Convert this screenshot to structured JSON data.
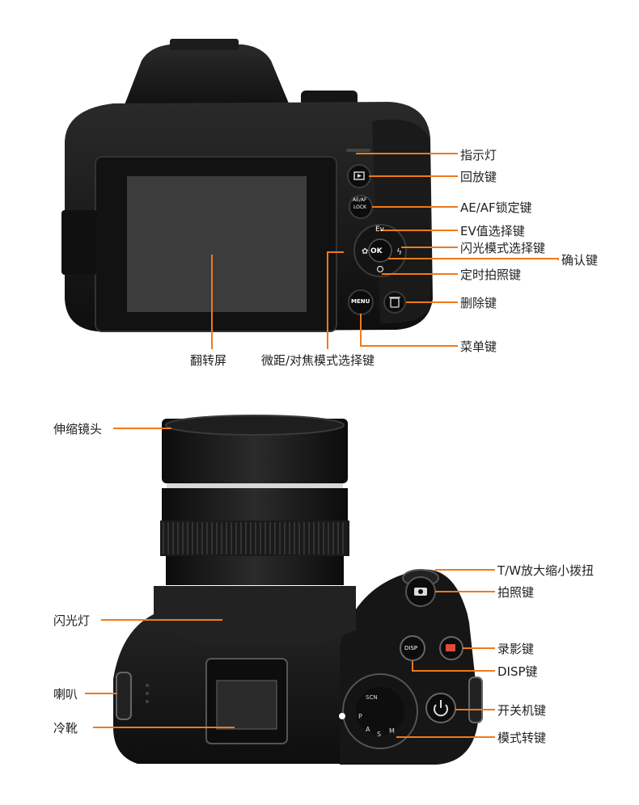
{
  "accent": "#f07a1a",
  "back_view": {
    "labels": {
      "indicator": "指示灯",
      "playback": "回放键",
      "ae_af_lock": "AE/AF锁定键",
      "ev_select": "EV值选择键",
      "flash_mode": "闪光模式选择键",
      "confirm": "确认键",
      "self_timer": "定时拍照键",
      "delete": "删除键",
      "menu": "菜单键",
      "flip_screen": "翻转屏",
      "macro_focus": "微距/对焦模式选择键"
    },
    "button_text": {
      "ok": "OK",
      "aeaf": "AE/AF",
      "lock": "LOCK",
      "menu": "MENU",
      "ev": "Ev"
    }
  },
  "top_view": {
    "labels": {
      "lens": "伸缩镜头",
      "flash": "闪光灯",
      "speaker": "喇叭",
      "hot_shoe": "冷靴",
      "zoom_lever": "T/W放大缩小拨扭",
      "shutter": "拍照键",
      "record": "录影键",
      "disp": "DISP键",
      "power": "开关机键",
      "mode_dial": "模式转键"
    },
    "button_text": {
      "disp": "DISP",
      "dial_marks": [
        "SCN",
        "P",
        "A",
        "S",
        "M"
      ]
    }
  }
}
